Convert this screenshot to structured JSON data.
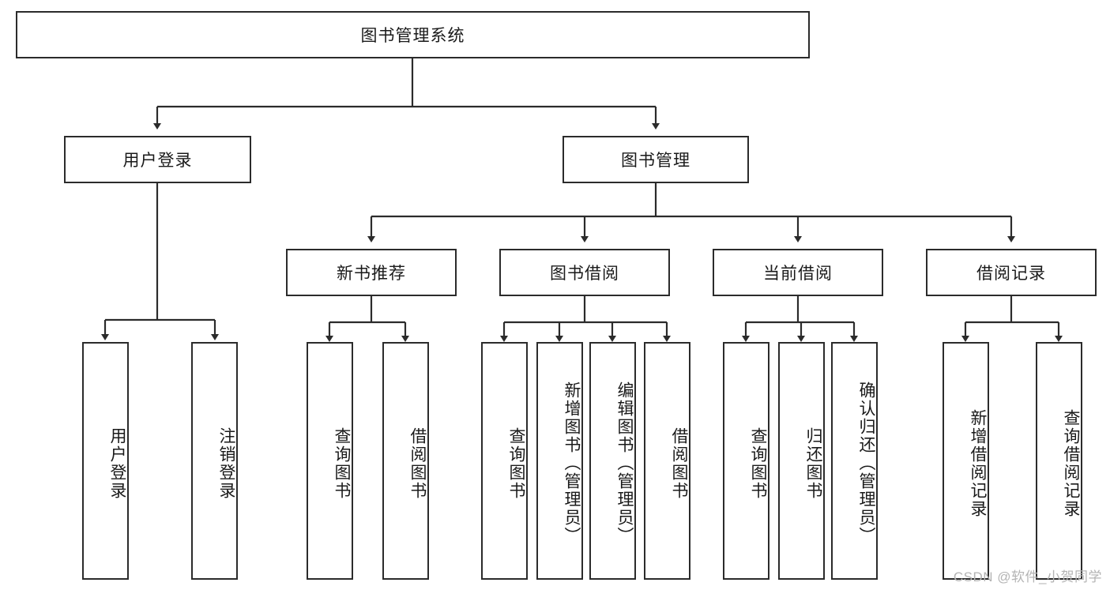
{
  "diagram": {
    "type": "tree-hierarchy",
    "title": "图书管理系统",
    "root": {
      "label": "图书管理系统"
    },
    "level2": [
      {
        "label": "用户登录"
      },
      {
        "label": "图书管理"
      }
    ],
    "level3": [
      {
        "label": "新书推荐"
      },
      {
        "label": "图书借阅"
      },
      {
        "label": "当前借阅"
      },
      {
        "label": "借阅记录"
      }
    ],
    "leaves": {
      "user_login": [
        {
          "label": "用户登录"
        },
        {
          "label": "注销登录"
        }
      ],
      "new_book_recommend": [
        {
          "label": "查询图书"
        },
        {
          "label": "借阅图书"
        }
      ],
      "book_borrow": [
        {
          "label": "查询图书"
        },
        {
          "label": "新增图书（管理员）"
        },
        {
          "label": "编辑图书（管理员）"
        },
        {
          "label": "借阅图书"
        }
      ],
      "current_borrow": [
        {
          "label": "查询图书"
        },
        {
          "label": "归还图书"
        },
        {
          "label": "确认归还（管理员）"
        }
      ],
      "borrow_record": [
        {
          "label": "新增借阅记录"
        },
        {
          "label": "查询借阅记录"
        }
      ]
    }
  },
  "watermark": {
    "text": "CSDN @软件_小贺同学"
  },
  "colors": {
    "stroke": "#2b2b2b",
    "fill": "#ffffff",
    "text": "#1a1a1a",
    "watermark": "#b4b4b4"
  }
}
